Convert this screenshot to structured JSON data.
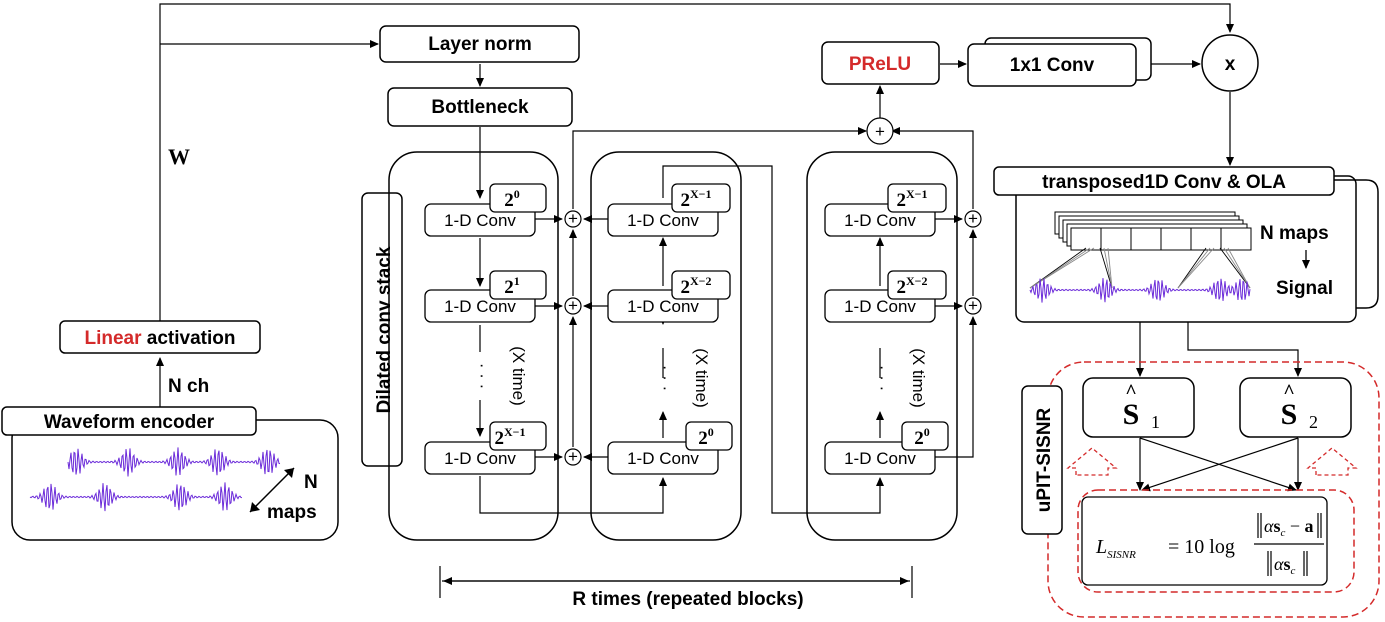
{
  "colors": {
    "accent": "#d42a2a",
    "wave": "#6b2bd9",
    "line": "#000000"
  },
  "encoder": {
    "title": "Waveform encoder",
    "n_label": "N",
    "maps_label": "maps",
    "nch_label": "N ch",
    "activation_accent": "Linear",
    "activation_rest": " activation",
    "w_label": "W"
  },
  "separator": {
    "layer_norm": "Layer norm",
    "bottleneck": "Bottleneck",
    "stack_label": "Dilated conv stack",
    "conv_label": "1-D Conv",
    "dilation_base": "2",
    "exp_0": "0",
    "exp_1": "1",
    "exp_x1": "X−1",
    "exp_x2": "X−2",
    "x_time": "(X time)",
    "ellipsis": "· · ·",
    "plus": "+",
    "repeat_label": "R times (repeated blocks)",
    "prelu": "PReLU",
    "conv1x1": "1x1 Conv",
    "mult": "x"
  },
  "decoder": {
    "title": "transposed1D Conv & OLA",
    "n_maps": "N maps",
    "signal": "Signal"
  },
  "loss": {
    "label": "uPIT-SISNR",
    "s1_sub": "1",
    "s2_sub": "2",
    "s_letter": "S",
    "hat": "^",
    "L": "L",
    "L_sub": "SISNR",
    "eq": "= 10 log",
    "num_alpha": "α",
    "num_s": "s",
    "num_c": "c",
    "num_minus": " − ",
    "num_a": "a",
    "den_alpha": "α",
    "den_s": "s",
    "den_c": "c"
  }
}
